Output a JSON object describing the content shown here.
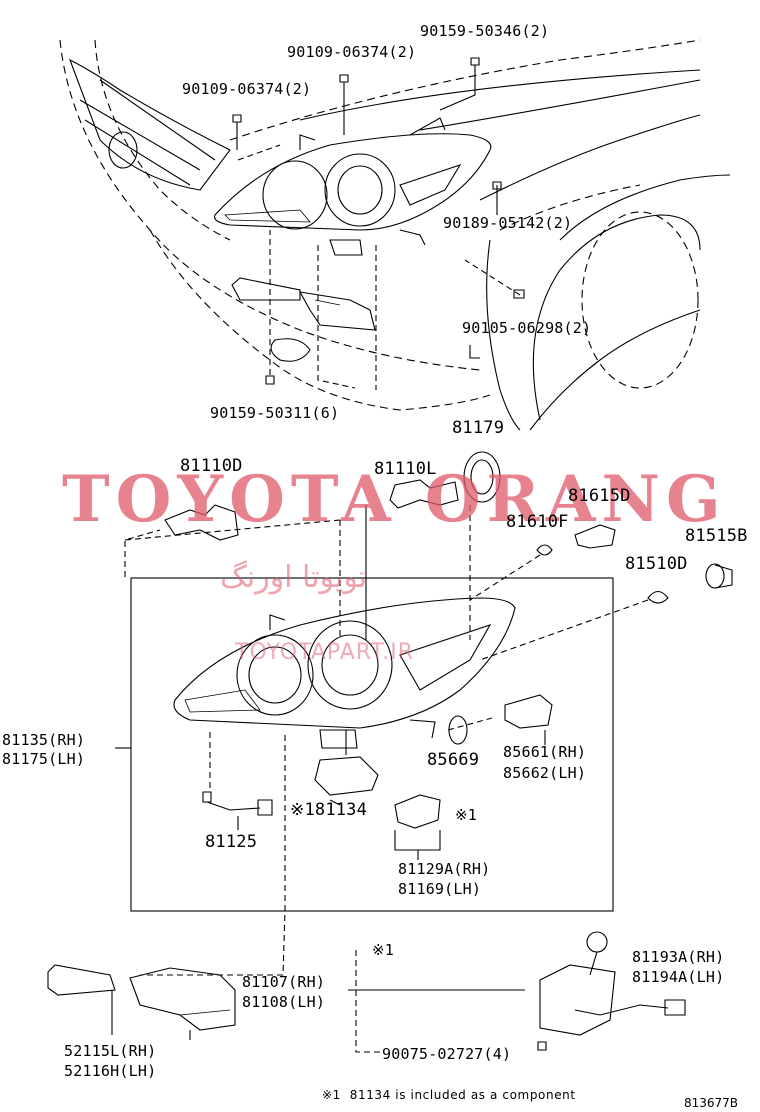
{
  "parts": {
    "p1": "90159-50346(2)",
    "p2": "90109-06374(2)",
    "p3": "90109-06374(2)",
    "p4": "90189-05142(2)",
    "p5": "90105-06298(2)",
    "p6": "90159-50311(6)",
    "p7": "81179",
    "p8": "81110D",
    "p9": "81110L",
    "p10": "81615D",
    "p11": "81610F",
    "p12": "81515B",
    "p13": "81510D",
    "p14a": "81135(RH)",
    "p14b": "81175(LH)",
    "p15": "85669",
    "p16a": "85661(RH)",
    "p16b": "85662(LH)",
    "p17": "※181134",
    "p18": "81125",
    "p19a": "81129A(RH)",
    "p19b": "81169(LH)",
    "p19star": "※1",
    "p20star": "※1",
    "p20a": "81107(RH)",
    "p20b": "81108(LH)",
    "p21a": "81193A(RH)",
    "p21b": "81194A(LH)",
    "p22a": "52115L(RH)",
    "p22b": "52116H(LH)",
    "p23": "90075-02727(4)"
  },
  "footnote": "※1  81134 is included as a component",
  "diagram_code": "813677B",
  "watermark": {
    "main": "TOYOTA ORANG",
    "persian": "تویوتا اورنگ",
    "site": "TOYOTAPART.IR",
    "color": "#e05a6a"
  }
}
